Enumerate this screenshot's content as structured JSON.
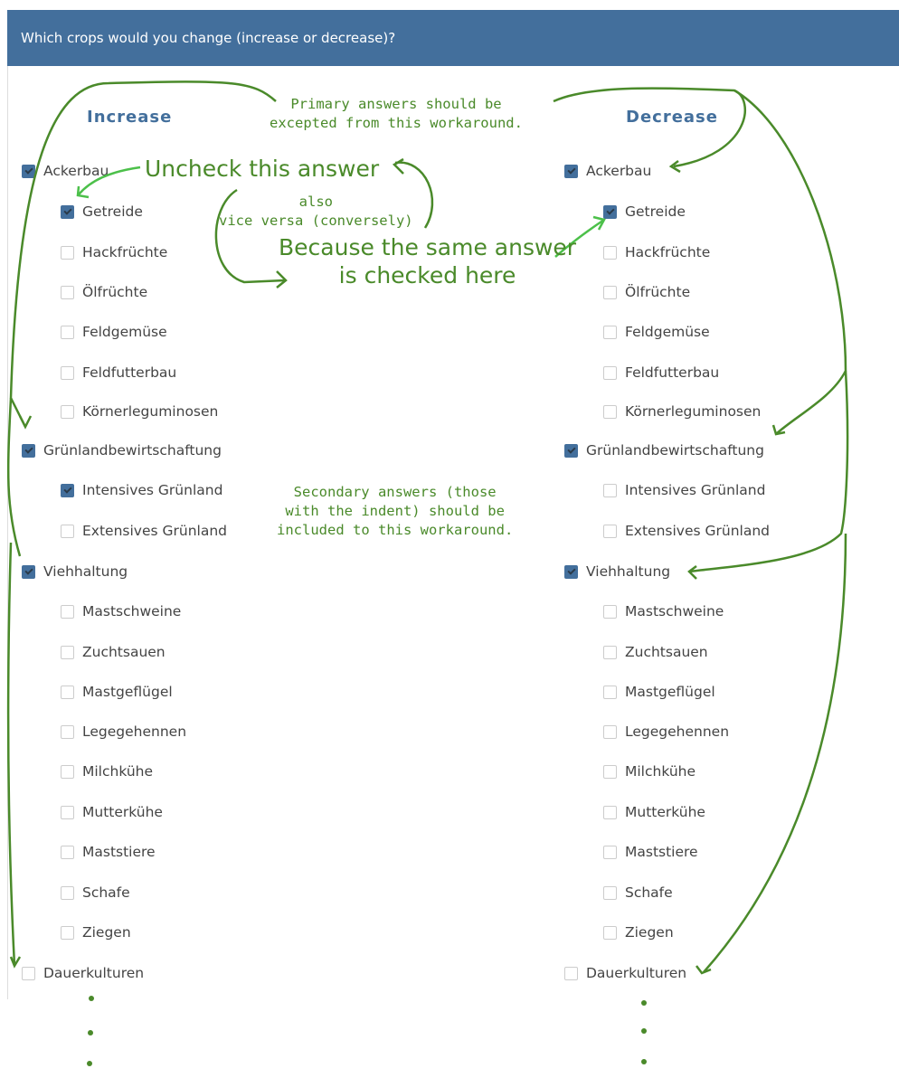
{
  "question": "Which crops would you change (increase or decrease)?",
  "columns": {
    "increase": "Increase",
    "decrease": "Decrease"
  },
  "items": [
    {
      "label": "Ackerbau",
      "level": 0,
      "inc": true,
      "dec": true
    },
    {
      "label": "Getreide",
      "level": 1,
      "inc": true,
      "dec": true
    },
    {
      "label": "Hackfrüchte",
      "level": 1,
      "inc": false,
      "dec": false
    },
    {
      "label": "Ölfrüchte",
      "level": 1,
      "inc": false,
      "dec": false
    },
    {
      "label": "Feldgemüse",
      "level": 1,
      "inc": false,
      "dec": false
    },
    {
      "label": "Feldfutterbau",
      "level": 1,
      "inc": false,
      "dec": false
    },
    {
      "label": "Körnerleguminosen",
      "level": 1,
      "inc": false,
      "dec": false
    },
    {
      "label": "Grünlandbewirtschaftung",
      "level": 0,
      "inc": true,
      "dec": true
    },
    {
      "label": "Intensives Grünland",
      "level": 1,
      "inc": true,
      "dec": false
    },
    {
      "label": "Extensives Grünland",
      "level": 1,
      "inc": false,
      "dec": false
    },
    {
      "label": "Viehhaltung",
      "level": 0,
      "inc": true,
      "dec": true
    },
    {
      "label": "Mastschweine",
      "level": 1,
      "inc": false,
      "dec": false
    },
    {
      "label": "Zuchtsauen",
      "level": 1,
      "inc": false,
      "dec": false
    },
    {
      "label": "Mastgeflügel",
      "level": 1,
      "inc": false,
      "dec": false
    },
    {
      "label": "Legegehennen",
      "level": 1,
      "inc": false,
      "dec": false
    },
    {
      "label": "Milchkühe",
      "level": 1,
      "inc": false,
      "dec": false
    },
    {
      "label": "Mutterkühe",
      "level": 1,
      "inc": false,
      "dec": false
    },
    {
      "label": "Maststiere",
      "level": 1,
      "inc": false,
      "dec": false
    },
    {
      "label": "Schafe",
      "level": 1,
      "inc": false,
      "dec": false
    },
    {
      "label": "Ziegen",
      "level": 1,
      "inc": false,
      "dec": false
    },
    {
      "label": "Dauerkulturen",
      "level": 0,
      "inc": false,
      "dec": false
    }
  ],
  "annotations": {
    "primary": "Primary answers should be\nexcepted from this workaround.",
    "uncheck": "Uncheck this answer",
    "also": "also\nvice versa (conversely)",
    "because": "Because the same answer\nis checked here",
    "secondary": "Secondary answers (those\nwith the indent) should be\nincluded to this workaround."
  },
  "colors": {
    "header": "#436f9c",
    "annotation": "#4a8a2a",
    "arrow": "#4cc04a"
  }
}
